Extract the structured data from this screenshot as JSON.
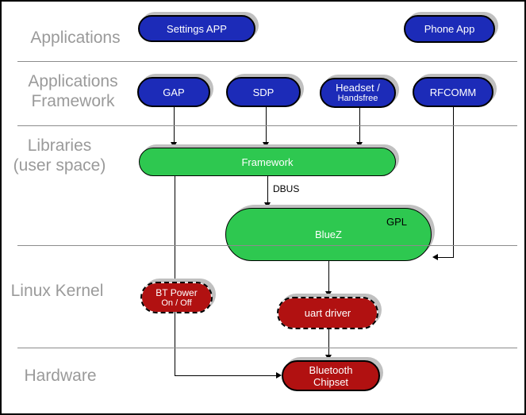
{
  "layers": {
    "applications": {
      "label": "Applications"
    },
    "applications_framework": {
      "label_line1": "Applications",
      "label_line2": "Framework"
    },
    "libraries": {
      "label_line1": "Libraries",
      "label_line2": "(user space)"
    },
    "linux_kernel": {
      "label": "Linux Kernel"
    },
    "hardware": {
      "label": "Hardware"
    }
  },
  "nodes": {
    "settings_app": {
      "label": "Settings APP"
    },
    "phone_app": {
      "label": "Phone App"
    },
    "gap": {
      "label": "GAP"
    },
    "sdp": {
      "label": "SDP"
    },
    "headset": {
      "label_line1": "Headset /",
      "label_line2": "Handsfree"
    },
    "rfcomm": {
      "label": "RFCOMM"
    },
    "framework": {
      "label": "Framework"
    },
    "bluez": {
      "label": "BlueZ",
      "badge": "GPL"
    },
    "bt_power": {
      "label_line1": "BT Power",
      "label_line2": "On / Off"
    },
    "uart_driver": {
      "label": "uart driver"
    },
    "bluetooth_chipset": {
      "label_line1": "Bluetooth",
      "label_line2": "Chipset"
    }
  },
  "edge_labels": {
    "dbus": "DBUS"
  },
  "colors": {
    "app_node_blue": "#1c2bb8",
    "library_node_green": "#2ec850",
    "kernel_node_red": "#b11111",
    "layer_label_gray": "#9a9a9a",
    "divider_gray": "#8c8c8c",
    "shadow_gray": "#c0c0c0",
    "node_text": "#ffffff",
    "line_black": "#000000"
  }
}
